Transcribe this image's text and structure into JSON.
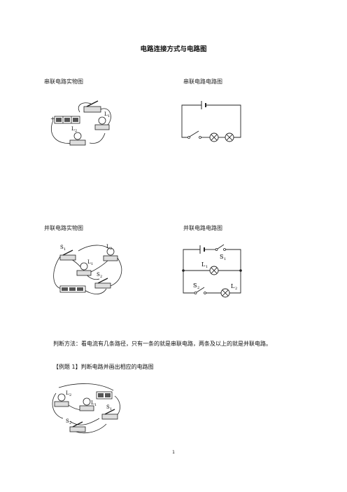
{
  "doc": {
    "title": "电路连接方式与电路图",
    "series_physical_caption": "串联电路实物图",
    "series_diagram_caption": "串联电路电路图",
    "parallel_physical_caption": "并联电路实物图",
    "parallel_diagram_caption": "并联电路电路图",
    "method_text": "判断方法：看电流有几条路径，只有一条的就是串联电路，两条及以上的就是并联电路。",
    "example_text": "【例题 1】判断电路并画出相应的电路图",
    "page_number": "1"
  },
  "labels": {
    "L1": "L",
    "L2": "L",
    "S1": "S",
    "S2": "S",
    "sub1": "1",
    "sub2": "2",
    "plus": "+"
  }
}
